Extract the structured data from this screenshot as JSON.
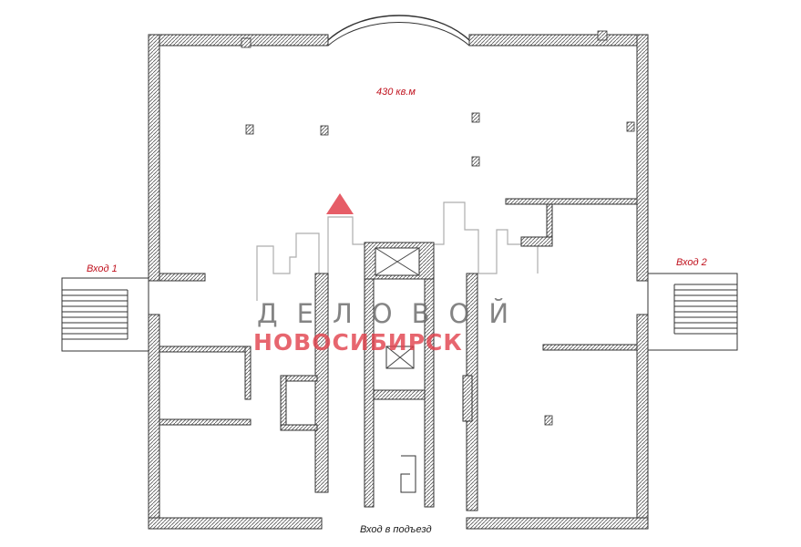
{
  "labels": {
    "area": "430 кв.м",
    "entrance_1": "Вход 1",
    "entrance_2": "Вход 2",
    "entrance_podezd": "Вход в подъезд"
  },
  "watermark": {
    "line1": "ДЕЛОВОЙ",
    "line2": "НОВОСИБИРСК",
    "color_gray": "#6f6f6f",
    "color_red": "#e2414c"
  },
  "colors": {
    "wall": "#3a3a3a",
    "label_red": "#c0121e"
  }
}
